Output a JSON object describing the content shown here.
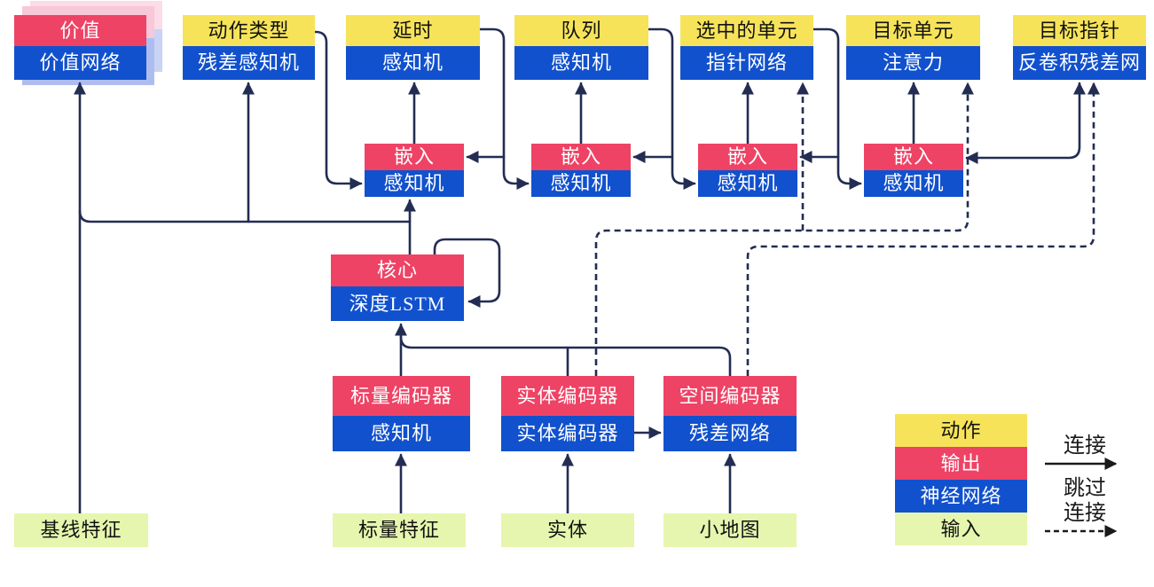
{
  "diagram": {
    "heads": [
      {
        "top": "价值",
        "bottom": "价值网络"
      },
      {
        "top": "动作类型",
        "bottom": "残差感知机"
      },
      {
        "top": "延时",
        "bottom": "感知机"
      },
      {
        "top": "队列",
        "bottom": "感知机"
      },
      {
        "top": "选中的单元",
        "bottom": "指针网络"
      },
      {
        "top": "目标单元",
        "bottom": "注意力"
      },
      {
        "top": "目标指针",
        "bottom": "反卷积残差网"
      }
    ],
    "embeds": [
      {
        "top": "嵌入",
        "bottom": "感知机"
      },
      {
        "top": "嵌入",
        "bottom": "感知机"
      },
      {
        "top": "嵌入",
        "bottom": "感知机"
      },
      {
        "top": "嵌入",
        "bottom": "感知机"
      }
    ],
    "core": {
      "top": "核心",
      "bottom": "深度LSTM"
    },
    "encoders": [
      {
        "top": "标量编码器",
        "bottom": "感知机"
      },
      {
        "top": "实体编码器",
        "bottom": "实体编码器"
      },
      {
        "top": "空间编码器",
        "bottom": "残差网络"
      }
    ],
    "inputs": [
      {
        "label": "基线特征"
      },
      {
        "label": "标量特征"
      },
      {
        "label": "实体"
      },
      {
        "label": "小地图"
      }
    ],
    "legend": {
      "rows": [
        {
          "label": "动作"
        },
        {
          "label": "输出"
        },
        {
          "label": "神经网络"
        },
        {
          "label": "输入"
        }
      ],
      "solid_label": "连接",
      "skip_label_line1": "跳过",
      "skip_label_line2": "连接"
    },
    "colors": {
      "action_yellow": "#f6e35a",
      "output_red": "#ee4365",
      "network_blue": "#1151cd",
      "input_green": "#e6f6ae",
      "wire_navy": "#232c52",
      "stack_pink": "#f8c8d8",
      "stack_lightblue": "#aebdf0"
    }
  }
}
